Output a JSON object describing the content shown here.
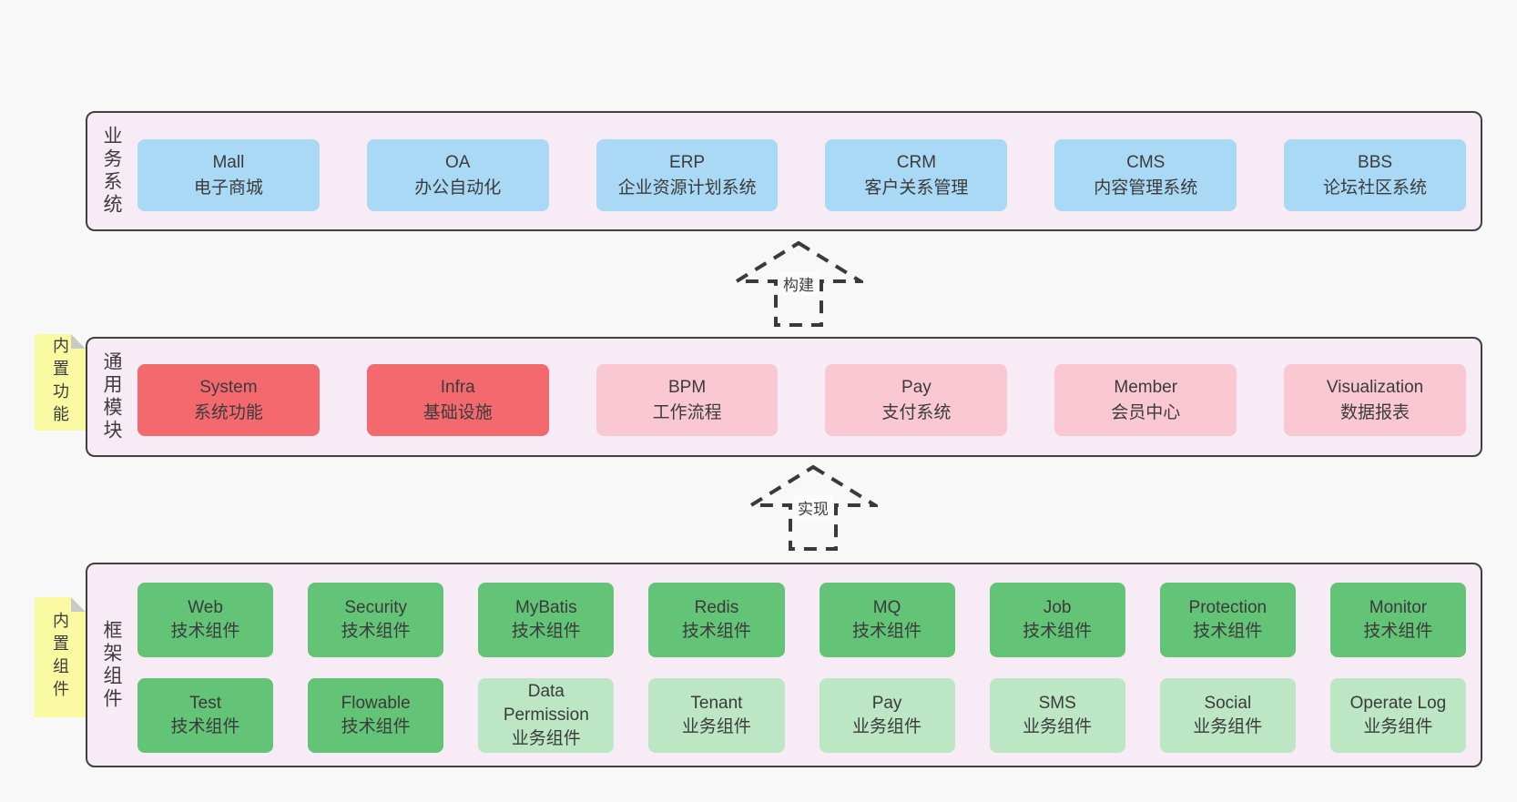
{
  "diagram": {
    "colors": {
      "page_bg": "#f8f8f8",
      "panel_bg": "#f7ecf5",
      "panel_border": "#3f3f3f",
      "note_bg": "#fafaa2",
      "note_fold": "#c9c9c9",
      "text": "#3c3c3c",
      "arrow_dash": "#3a3a3a",
      "arrow_label_bg": "#fcfcfc",
      "blue": "#a9d9f4",
      "red": "#f4696e",
      "pink": "#f9c8d2",
      "green": "#63c376",
      "green_light": "#bce6c4"
    },
    "arrows": [
      {
        "label": "构建"
      },
      {
        "label": "实现"
      }
    ],
    "sections": [
      {
        "id": "business-systems",
        "label": "业务系统",
        "boxes": [
          {
            "title": "Mall",
            "subtitle": "电子商城",
            "color": "blue"
          },
          {
            "title": "OA",
            "subtitle": "办公自动化",
            "color": "blue"
          },
          {
            "title": "ERP",
            "subtitle": "企业资源计划系统",
            "color": "blue"
          },
          {
            "title": "CRM",
            "subtitle": "客户关系管理",
            "color": "blue"
          },
          {
            "title": "CMS",
            "subtitle": "内容管理系统",
            "color": "blue"
          },
          {
            "title": "BBS",
            "subtitle": "论坛社区系统",
            "color": "blue"
          }
        ]
      },
      {
        "id": "common-modules",
        "label": "通用模块",
        "note": "内置功能",
        "boxes": [
          {
            "title": "System",
            "subtitle": "系统功能",
            "color": "red"
          },
          {
            "title": "Infra",
            "subtitle": "基础设施",
            "color": "red"
          },
          {
            "title": "BPM",
            "subtitle": "工作流程",
            "color": "pink"
          },
          {
            "title": "Pay",
            "subtitle": "支付系统",
            "color": "pink"
          },
          {
            "title": "Member",
            "subtitle": "会员中心",
            "color": "pink"
          },
          {
            "title": "Visualization",
            "subtitle": "数据报表",
            "color": "pink"
          }
        ]
      },
      {
        "id": "framework-components",
        "label": "框架组件",
        "note": "内置组件",
        "rows": [
          [
            {
              "title": "Web",
              "subtitle": "技术组件",
              "color": "green"
            },
            {
              "title": "Security",
              "subtitle": "技术组件",
              "color": "green"
            },
            {
              "title": "MyBatis",
              "subtitle": "技术组件",
              "color": "green"
            },
            {
              "title": "Redis",
              "subtitle": "技术组件",
              "color": "green"
            },
            {
              "title": "MQ",
              "subtitle": "技术组件",
              "color": "green"
            },
            {
              "title": "Job",
              "subtitle": "技术组件",
              "color": "green"
            },
            {
              "title": "Protection",
              "subtitle": "技术组件",
              "color": "green"
            },
            {
              "title": "Monitor",
              "subtitle": "技术组件",
              "color": "green"
            }
          ],
          [
            {
              "title": "Test",
              "subtitle": "技术组件",
              "color": "green"
            },
            {
              "title": "Flowable",
              "subtitle": "技术组件",
              "color": "green"
            },
            {
              "title": "Data Permission",
              "subtitle": "业务组件",
              "color": "green_light"
            },
            {
              "title": "Tenant",
              "subtitle": "业务组件",
              "color": "green_light"
            },
            {
              "title": "Pay",
              "subtitle": "业务组件",
              "color": "green_light"
            },
            {
              "title": "SMS",
              "subtitle": "业务组件",
              "color": "green_light"
            },
            {
              "title": "Social",
              "subtitle": "业务组件",
              "color": "green_light"
            },
            {
              "title": "Operate Log",
              "subtitle": "业务组件",
              "color": "green_light"
            }
          ]
        ]
      }
    ]
  }
}
